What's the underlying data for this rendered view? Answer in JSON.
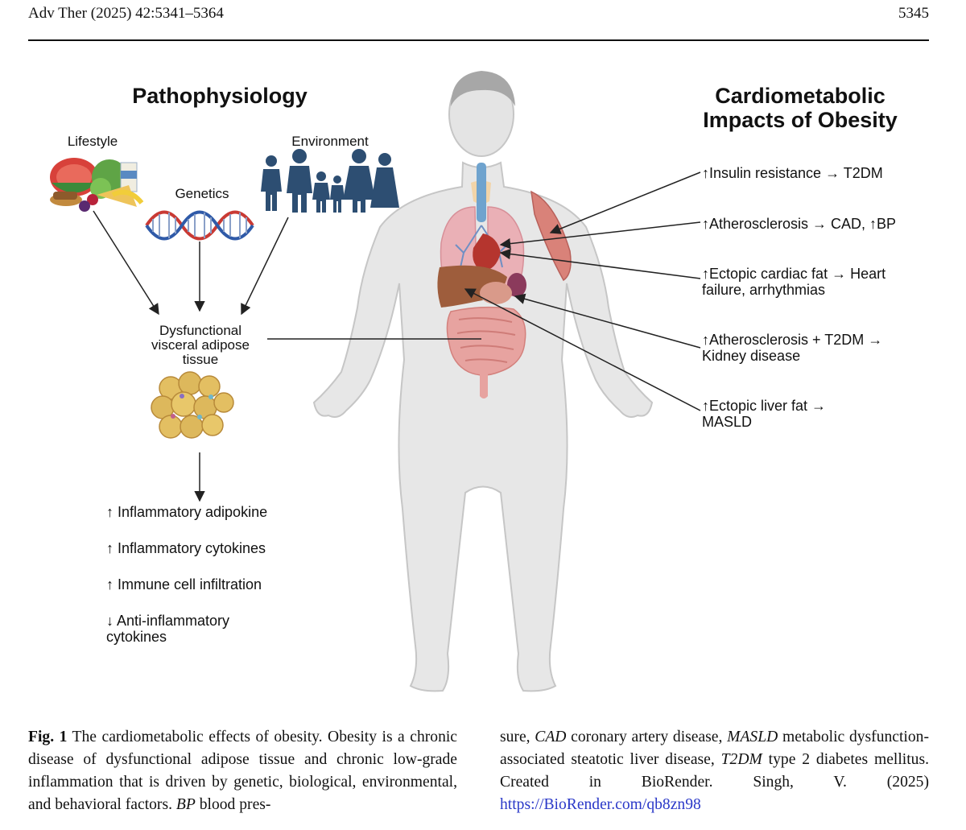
{
  "header": {
    "journal": "Adv Ther (2025) 42:5341–5364",
    "page_number": "5345"
  },
  "figure": {
    "left_panel": {
      "title": "Pathophysiology",
      "factors": [
        "Lifestyle",
        "Genetics",
        "Environment"
      ],
      "dysfunction": [
        "Dysfunctional",
        "visceral adipose",
        "tissue"
      ],
      "effects": [
        [
          "↑ Inflammatory adipokine"
        ],
        [
          "↑ Inflammatory cytokines"
        ],
        [
          "↑ Immune cell infiltration"
        ],
        [
          "↓ Anti-inflammatory",
          "cytokines"
        ]
      ]
    },
    "right_panel": {
      "title": [
        "Cardiometabolic",
        "Impacts of Obesity"
      ],
      "impacts": [
        [
          "↑Insulin resistance → T2DM"
        ],
        [
          "↑Atherosclerosis → CAD, ↑BP"
        ],
        [
          "↑Ectopic cardiac fat → Heart",
          "failure, arrhythmias"
        ],
        [
          "↑Atherosclerosis + T2DM →",
          "Kidney disease"
        ],
        [
          "↑Ectopic liver fat →",
          "MASLD"
        ]
      ]
    }
  },
  "caption": {
    "left": {
      "label": "Fig. 1",
      "part1": " The cardiometabolic effects of obesity. Obesity is a chronic disease of dysfunctional adipose tissue and chronic low-grade inflammation that is driven by genetic, biological, environmental, and behavioral factors. ",
      "abbr1": "BP",
      "part2": " blood pres-"
    },
    "right": {
      "part1": "sure, ",
      "abbr1": "CAD",
      "part2": " coronary artery disease, ",
      "abbr2": "MASLD",
      "part3": " metabolic dysfunction-associated steatotic liver disease, ",
      "abbr3": "T2DM",
      "part4": " type 2 diabetes mellitus. Created in BioRender. Singh, V. (2025) ",
      "link": "https://BioRender.com/qb8zn98"
    }
  },
  "colors": {
    "body": "#e7e7e7",
    "body_outline": "#c6c6c6",
    "lungs": "#eab0b6",
    "heart": "#b5352e",
    "liver": "#9e5d3c",
    "intestine": "#e7a3a0",
    "people": "#2d4e72",
    "link": "#2a38c8"
  }
}
